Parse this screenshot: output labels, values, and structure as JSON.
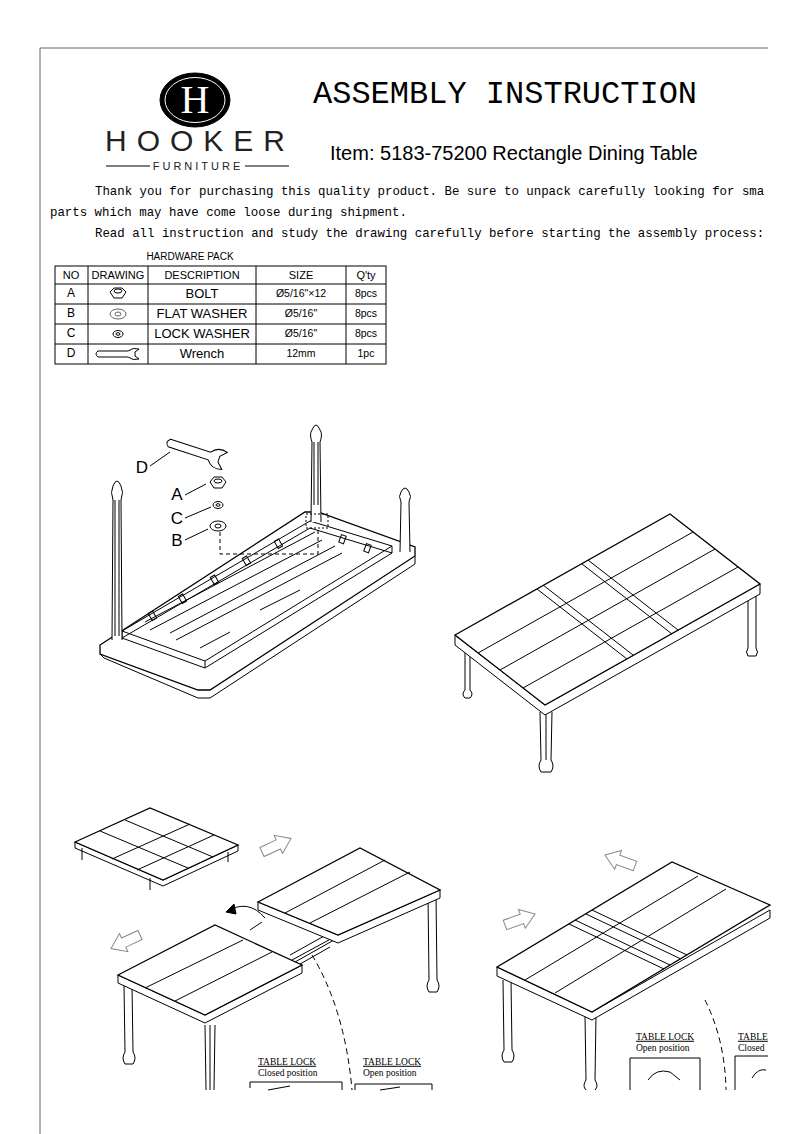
{
  "diagram": {
    "title": "ASSEMBLY INSTRUCTION",
    "labels": [
      "H",
      "HOOKER",
      "FURNITURE",
      "Item: 5183-75200 Rectangle Dining Table",
      "Thank you for purchasing this quality product. Be sure to unpack carefully looking for sma",
      "parts which may have come loose during shipment.",
      "Read all instruction and study the drawing carefully before starting the assembly process:",
      "HARDWARE PACK",
      "NO",
      "DRAWING",
      "DESCRIPTION",
      "SIZE",
      "Q'ty",
      "A",
      "BOLT",
      "Ø5/16\"×12",
      "8pcs",
      "B",
      "FLAT WASHER",
      "Ø5/16\"",
      "8pcs",
      "C",
      "LOCK WASHER",
      "Ø5/16\"",
      "8pcs",
      "D",
      "Wrench",
      "12mm",
      "1pc",
      "D",
      "A",
      "C",
      "B",
      "TABLE LOCK",
      "Closed position",
      "TABLE LOCK",
      "Open position",
      "TABLE LOCK",
      "Open position",
      "TABLE",
      "Closed"
    ]
  }
}
